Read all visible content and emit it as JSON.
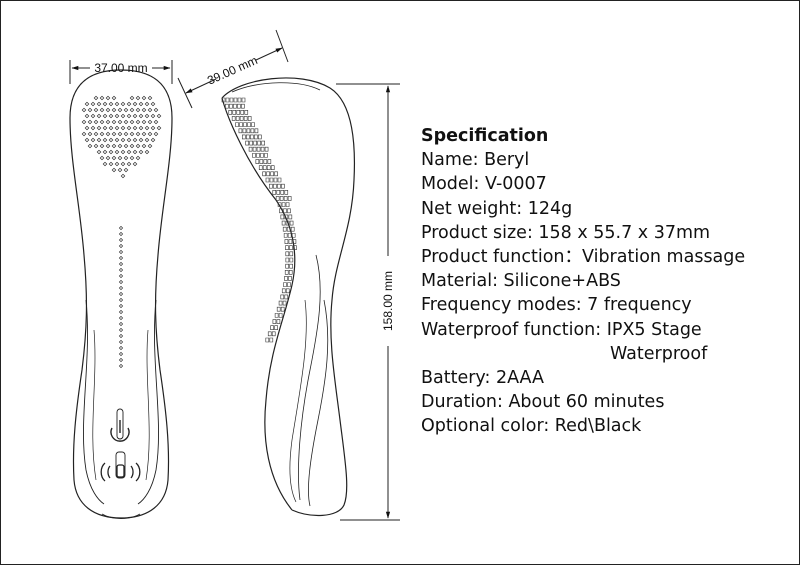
{
  "dimensions": {
    "front_width": "37.00 mm",
    "side_depth": "39.00 mm",
    "height": "158.00 mm"
  },
  "spec": {
    "title": "Specification",
    "lines": [
      "Name: Beryl",
      "Model: V-0007",
      "Net weight: 124g",
      "Product size: 158 x 55.7 x 37mm",
      "Product function：Vibration massage",
      "Material: Silicone+ABS",
      "Frequency modes: 7 frequency",
      "Waterproof function: IPX5 Stage"
    ],
    "continuation": "Waterproof",
    "lines_after": [
      "Battery: 2AAA",
      "Duration: About 60 minutes",
      "Optional color: Red\\Black"
    ]
  },
  "icons": [
    "power-icon",
    "vibration-icon"
  ]
}
